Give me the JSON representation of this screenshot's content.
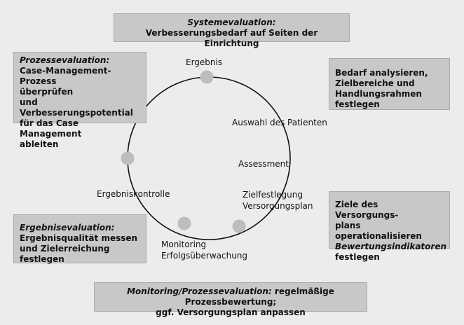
{
  "boxes": {
    "system": {
      "heading": "Systemevaluation:",
      "text": "Verbesserungsbedarf auf Seiten der Einrichtung"
    },
    "process": {
      "heading": "Prozessevaluation:",
      "lines": [
        "Case-Management-Prozess",
        "überprüfen",
        "und Verbesserungspotential",
        "für das Case Management",
        "ableiten"
      ]
    },
    "needs": {
      "lines": [
        "Bedarf analysieren,",
        "Zielbereiche und",
        "Handlungsrahmen festlegen"
      ]
    },
    "goals": {
      "line1": "Ziele des Versorgungs-",
      "line2": "plans operationalisieren",
      "line3": "Bewertungsindikatoren",
      "line4": "festlegen"
    },
    "result": {
      "heading": "Ergebnisevaluation:",
      "line1": "Ergebnisqualität messen",
      "line2": "und Zielerreichung festlegen"
    },
    "monitoring": {
      "heading": "Monitoring/Prozessevaluation:",
      "text1": " regelmäßige Prozessbewertung;",
      "text2": "ggf. Versorgungsplan anpassen"
    }
  },
  "cycle_labels": {
    "ergebnis": "Ergebnis",
    "auswahl": "Auswahl des Patienten",
    "assessment": "Assessment",
    "zielfestlegung_1": "Zielfestlegung",
    "zielfestlegung_2": "Versorgungsplan",
    "monitoring_1": "Monitoring",
    "monitoring_2": "Erfolgsüberwachung",
    "ergebniskontrolle": "Ergebniskontrolle"
  },
  "colors": {
    "background": "#ececec",
    "box_fill": "#c8c8c8",
    "node_fill": "#bdbdbd",
    "circle_stroke": "#111111"
  }
}
